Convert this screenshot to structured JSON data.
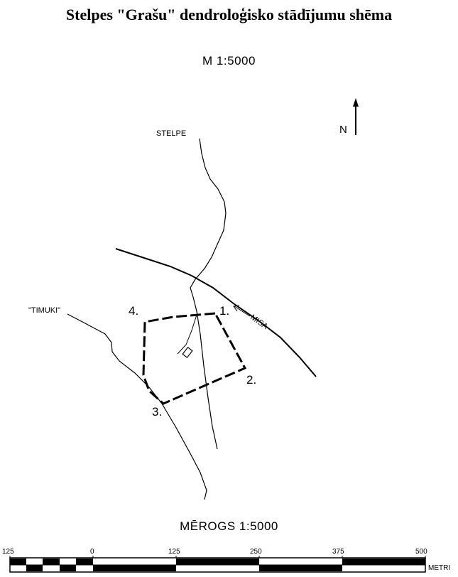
{
  "title": "Stelpes \"Grašu\" dendroloģisko stādījumu shēma",
  "scale_top": "M 1:5000",
  "north": "N",
  "map_labels": {
    "stelpe": "STELPE",
    "timuki": "\"TIMUKI\"",
    "misa": "MISA"
  },
  "points": [
    "1.",
    "2.",
    "3.",
    "4."
  ],
  "scale_title": "MĒROGS 1:5000",
  "scalebar": {
    "ticks": [
      "125",
      "0",
      "125",
      "250",
      "375",
      "500"
    ],
    "unit": "METRI"
  },
  "colors": {
    "ink": "#000000",
    "paper": "#ffffff"
  }
}
